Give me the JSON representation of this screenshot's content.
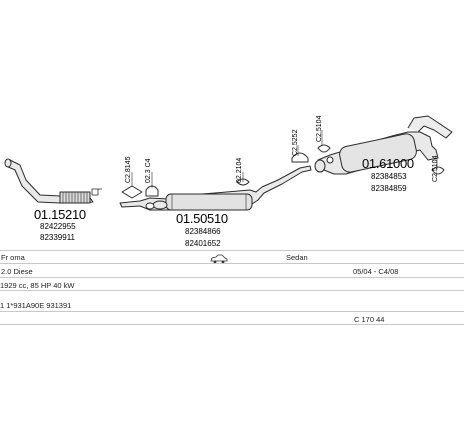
{
  "parts": [
    {
      "number": "01.15210",
      "oem": [
        "82422955",
        "82339911"
      ]
    },
    {
      "number": "01.50510",
      "oem": [
        "82384866",
        "82401652"
      ]
    },
    {
      "number": "01.61000",
      "oem": [
        "82384853",
        "82384859"
      ]
    }
  ],
  "clips": {
    "c1": "C2.8145",
    "c2": "02.3 C4",
    "c3": "02.2104",
    "c4": "C2.5252",
    "c5": "C2.5104",
    "c6": "C2.5104"
  },
  "info": {
    "make": "Fr oma",
    "body": "Sedan",
    "engine": "2.0 Diese",
    "years": "05/04 - C4/08",
    "spec": "1929 cc, 85 HP 40 kW",
    "codes": "1 1*931A90E 931391",
    "ref": "C 170 44"
  },
  "colors": {
    "line": "#2b2b2b",
    "fill": "#e9e9e9",
    "rule": "#c8c8c8"
  },
  "icons": {
    "car": "car-icon"
  }
}
